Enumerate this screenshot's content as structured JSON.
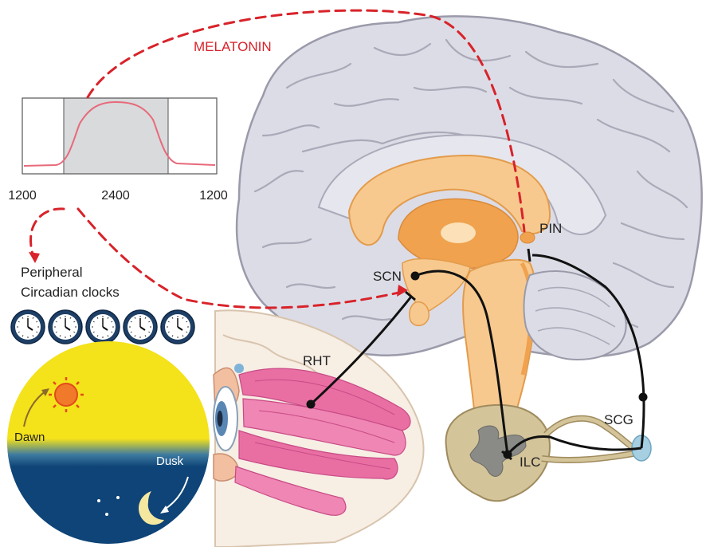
{
  "hormone": {
    "label": "MELATONIN",
    "color": "#d8232a"
  },
  "melatonin_plot": {
    "x_ticks": [
      "1200",
      "2400",
      "1200"
    ],
    "curve_color": "#e8697a",
    "night_shade_color": "#d8dadc"
  },
  "peripheral": {
    "line1": "Peripheral",
    "line2": "Circadian clocks",
    "clock_count": 5
  },
  "structures": {
    "scn": "SCN",
    "pin": "PIN",
    "rht": "RHT",
    "scg": "SCG",
    "ilc": "ILC"
  },
  "daynight": {
    "dawn": "Dawn",
    "dusk": "Dusk",
    "day_color": "#f4e21a",
    "night_color": "#0e4477"
  },
  "colors": {
    "brain": "#dcdce6",
    "brain_outline": "#9a9aaa",
    "deep_brain": "#f7c98e",
    "deep_brain_dark": "#f0a24e",
    "muscle": "#e96fa3",
    "pathway": "#111111",
    "spinal": "#d4c49a"
  }
}
